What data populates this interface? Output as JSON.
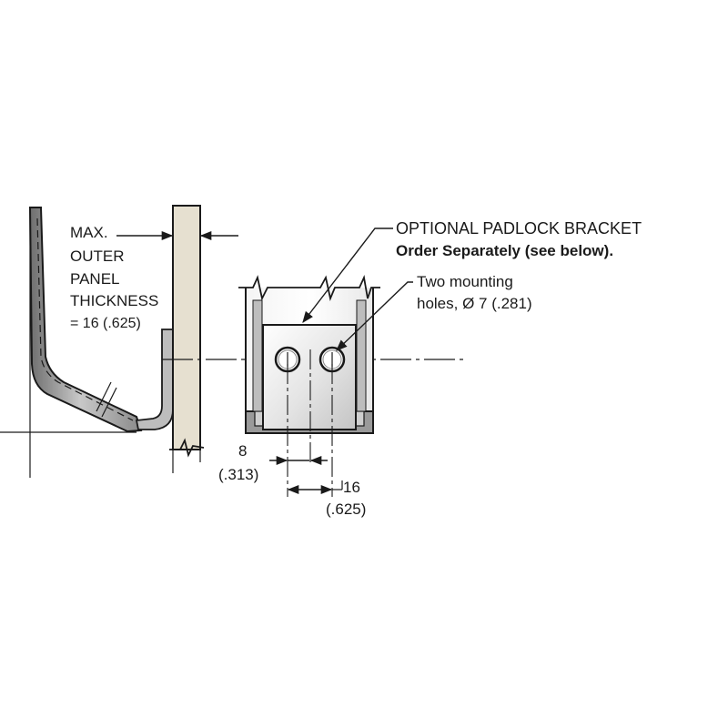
{
  "panel_label": {
    "line1": "MAX.",
    "line2": "OUTER",
    "line3": "PANEL",
    "line4": "THICKNESS",
    "line5": "= 16 (.625)"
  },
  "bracket_label": {
    "title": "OPTIONAL PADLOCK BRACKET",
    "note": "Order Separately (see below)."
  },
  "holes_label": {
    "line1": "Two mounting",
    "line2": "holes, Ø 7 (.281)"
  },
  "dim_offset": {
    "value": "8",
    "inch": "(.313)"
  },
  "dim_spacing": {
    "value": "16",
    "inch": "(.625)"
  },
  "colors": {
    "panel_fill": "#e6e0d0",
    "line": "#1a1a1a",
    "metal_light": "#f0f0f0",
    "metal_dark": "#9a9a9a"
  }
}
